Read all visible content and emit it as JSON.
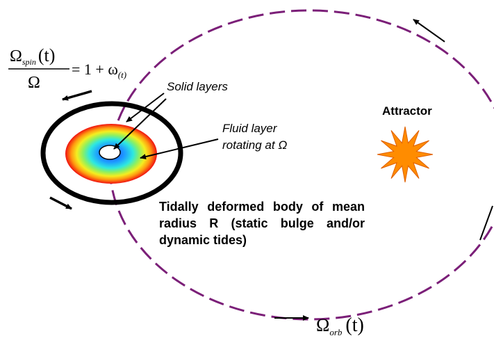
{
  "labels": {
    "solid_layers": "Solid layers",
    "fluid_layer_line1": "Fluid layer",
    "fluid_layer_line2": "rotating at Ω",
    "attractor": "Attractor",
    "tidal_body": "Tidally deformed body of mean radius R (static bulge and/or dynamic tides)"
  },
  "equations": {
    "spin_numerator_symbol": "Ω",
    "spin_numerator_subscript": "spin",
    "spin_numerator_arg": "(t)",
    "spin_denominator": "Ω",
    "spin_rhs": "= 1 + ω",
    "spin_rhs_subscript": "(t)",
    "orbit_symbol": "Ω",
    "orbit_subscript": "orb",
    "orbit_arg": "(t)"
  },
  "colors": {
    "orbit_path": "#7b1f78",
    "outer_ring": "#000000",
    "attractor_fill": "#ff8c00",
    "attractor_stroke": "#e06000"
  }
}
